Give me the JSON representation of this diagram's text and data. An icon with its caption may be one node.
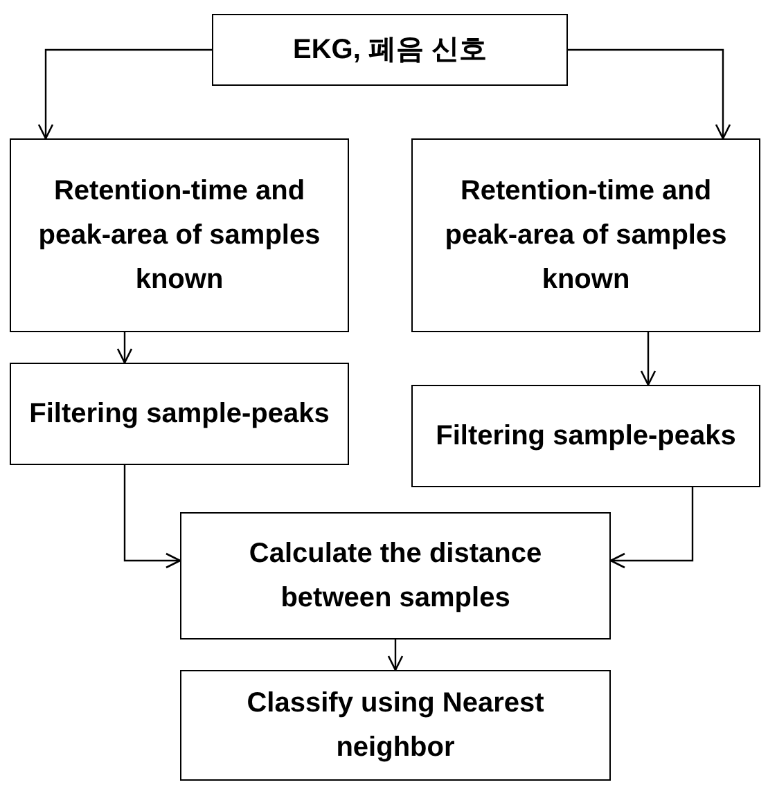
{
  "diagram": {
    "nodes": [
      {
        "text": [
          "EKG, 폐음 신호"
        ]
      },
      {
        "text": [
          "Retention-time and peak-area of samples known"
        ]
      },
      {
        "text": [
          "Retention-time and peak-area of samples known"
        ]
      },
      {
        "text": [
          "Filtering sample-peaks"
        ]
      },
      {
        "text": [
          "Filtering sample-peaks"
        ]
      },
      {
        "text": [
          "Calculate the distance between samples"
        ]
      },
      {
        "text": [
          "Classify using Nearest neighbor"
        ]
      }
    ],
    "edges": [
      {
        "from": 0,
        "to": 1,
        "arrow": "to"
      },
      {
        "from": 0,
        "to": 2,
        "arrow": "to"
      },
      {
        "from": 1,
        "to": 3,
        "arrow": "to"
      },
      {
        "from": 2,
        "to": 4,
        "arrow": "to"
      },
      {
        "from": 3,
        "to": 5,
        "arrow": "to"
      },
      {
        "from": 4,
        "to": 5,
        "arrow": "to"
      },
      {
        "from": 5,
        "to": 6,
        "arrow": "to"
      }
    ]
  }
}
